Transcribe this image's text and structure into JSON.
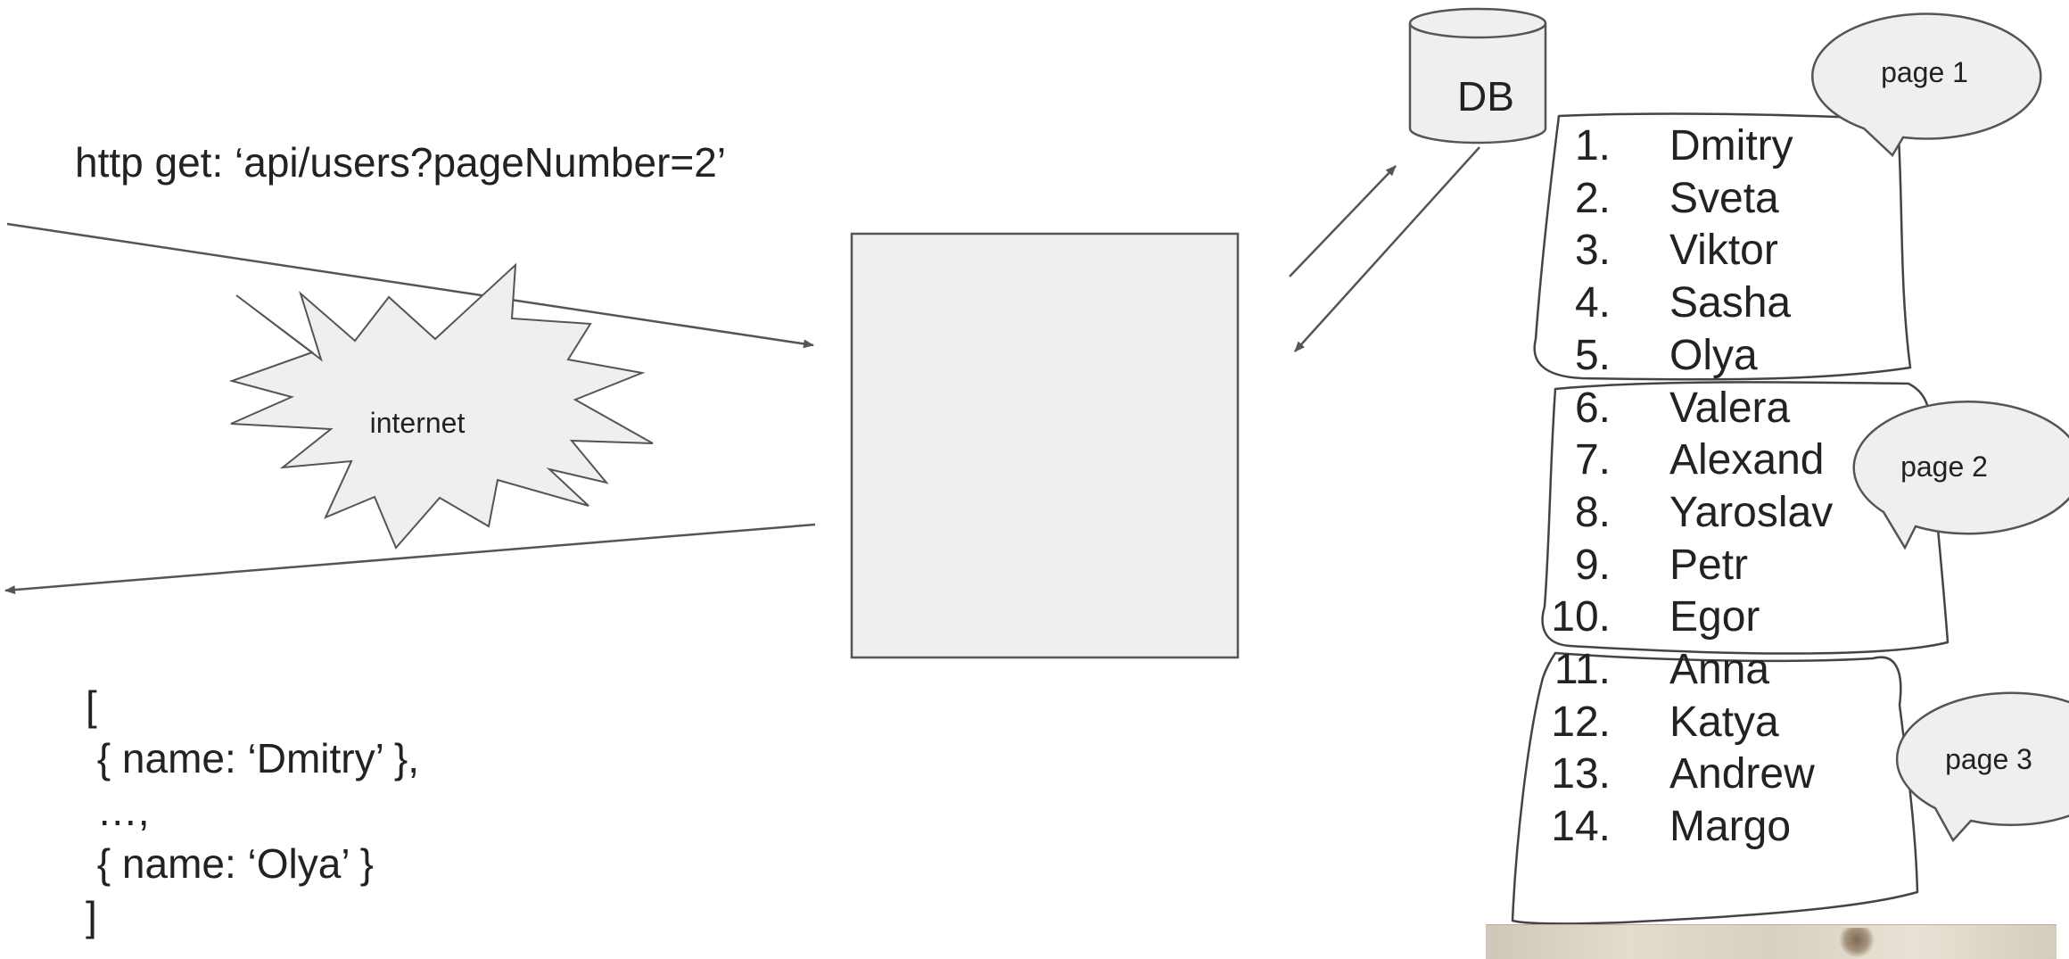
{
  "request": {
    "label": "http get: ‘api/users?pageNumber=2’"
  },
  "cloud": {
    "label": "internet"
  },
  "server": {
    "label": ""
  },
  "database": {
    "label": "DB"
  },
  "response": {
    "lines": [
      "[",
      " { name: ‘Dmitry’ },",
      " …,",
      " { name: ‘Olya’ }",
      "]"
    ]
  },
  "users": [
    {
      "num": "1.",
      "name": "Dmitry"
    },
    {
      "num": "2.",
      "name": "Sveta"
    },
    {
      "num": "3.",
      "name": "Viktor"
    },
    {
      "num": "4.",
      "name": "Sasha"
    },
    {
      "num": "5.",
      "name": "Olya"
    },
    {
      "num": "6.",
      "name": "Valera"
    },
    {
      "num": "7.",
      "name": "Alexand"
    },
    {
      "num": "8.",
      "name": "Yaroslav"
    },
    {
      "num": "9.",
      "name": "Petr"
    },
    {
      "num": "10.",
      "name": "Egor"
    },
    {
      "num": "11.",
      "name": "Anna"
    },
    {
      "num": "12.",
      "name": "Katya"
    },
    {
      "num": "13.",
      "name": "Andrew"
    },
    {
      "num": "14.",
      "name": "Margo"
    }
  ],
  "pages": [
    {
      "label": "page 1"
    },
    {
      "label": "page 2"
    },
    {
      "label": "page 3"
    }
  ],
  "colors": {
    "shape_fill": "#efefef",
    "stroke": "#555555",
    "text": "#222222"
  }
}
